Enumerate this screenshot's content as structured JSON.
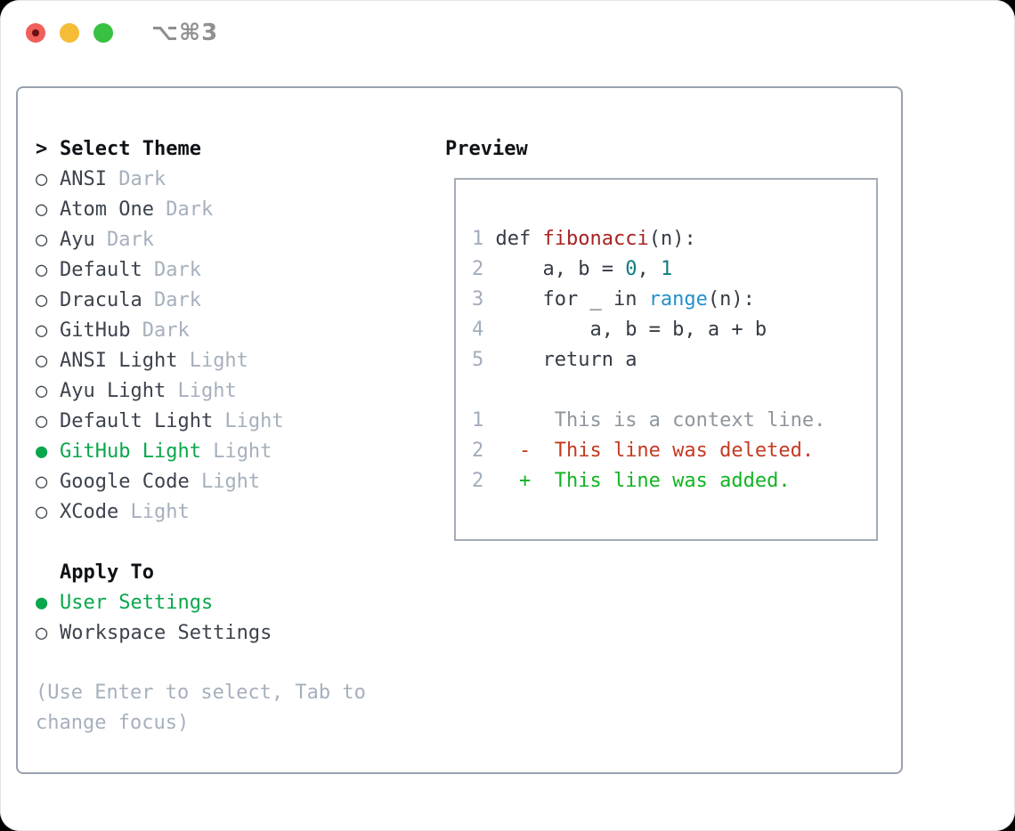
{
  "titlebar": {
    "title": "⌥⌘3",
    "traffic_lights": [
      {
        "name": "close",
        "color": "#f0605a",
        "dot_color": "#6b1013"
      },
      {
        "name": "minimize",
        "color": "#f5bc38"
      },
      {
        "name": "zoom",
        "color": "#37c244"
      }
    ]
  },
  "markers": {
    "header": ">",
    "selected": "●",
    "unselected": "○"
  },
  "theme_list": {
    "header": "Select Theme",
    "items": [
      {
        "name": "ANSI",
        "variant": "Dark",
        "selected": false
      },
      {
        "name": "Atom One",
        "variant": "Dark",
        "selected": false
      },
      {
        "name": "Ayu",
        "variant": "Dark",
        "selected": false
      },
      {
        "name": "Default",
        "variant": "Dark",
        "selected": false
      },
      {
        "name": "Dracula",
        "variant": "Dark",
        "selected": false
      },
      {
        "name": "GitHub",
        "variant": "Dark",
        "selected": false
      },
      {
        "name": "ANSI Light",
        "variant": "Light",
        "selected": false
      },
      {
        "name": "Ayu Light",
        "variant": "Light",
        "selected": false
      },
      {
        "name": "Default Light",
        "variant": "Light",
        "selected": false
      },
      {
        "name": "GitHub Light",
        "variant": "Light",
        "selected": true
      },
      {
        "name": "Google Code",
        "variant": "Light",
        "selected": false
      },
      {
        "name": "XCode",
        "variant": "Light",
        "selected": false
      }
    ]
  },
  "apply_to": {
    "header": "Apply To",
    "items": [
      {
        "name": "User Settings",
        "selected": true
      },
      {
        "name": "Workspace Settings",
        "selected": false
      }
    ]
  },
  "hint": "(Use Enter to select, Tab to change focus)",
  "preview": {
    "header": "Preview",
    "lines": [
      [
        {
          "c": "ln",
          "t": "1"
        },
        {
          "c": "pl",
          "t": " def "
        },
        {
          "c": "fn",
          "t": "fibonacci"
        },
        {
          "c": "pl",
          "t": "(n):"
        }
      ],
      [
        {
          "c": "ln",
          "t": "2"
        },
        {
          "c": "pl",
          "t": "     a, b = "
        },
        {
          "c": "num",
          "t": "0"
        },
        {
          "c": "pl",
          "t": ", "
        },
        {
          "c": "num",
          "t": "1"
        }
      ],
      [
        {
          "c": "ln",
          "t": "3"
        },
        {
          "c": "pl",
          "t": "     for _ in "
        },
        {
          "c": "bi",
          "t": "range"
        },
        {
          "c": "pl",
          "t": "(n):"
        }
      ],
      [
        {
          "c": "ln",
          "t": "4"
        },
        {
          "c": "pl",
          "t": "         a, b = b, a + b"
        }
      ],
      [
        {
          "c": "ln",
          "t": "5"
        },
        {
          "c": "pl",
          "t": "     return a"
        }
      ],
      [],
      [
        {
          "c": "ln",
          "t": "1"
        },
        {
          "c": "ctx",
          "t": "      This is a context line."
        }
      ],
      [
        {
          "c": "ln",
          "t": "2"
        },
        {
          "c": "del",
          "t": "   -  This line was deleted."
        }
      ],
      [
        {
          "c": "ln",
          "t": "2"
        },
        {
          "c": "add",
          "t": "   +  This line was added."
        }
      ]
    ]
  },
  "colors": {
    "accent_green": "#0aa74c",
    "muted_gray": "#a6b0bd",
    "text_dark": "#3c434d",
    "heading_black": "#0f1216",
    "function_red": "#a82222",
    "number_teal": "#0f7d80",
    "builtin_blue": "#2390cc",
    "diff_deleted_red": "#c43a21",
    "diff_added_green": "#12b422",
    "diff_context_gray": "#8e969e",
    "panel_border": "#99a2ae"
  }
}
